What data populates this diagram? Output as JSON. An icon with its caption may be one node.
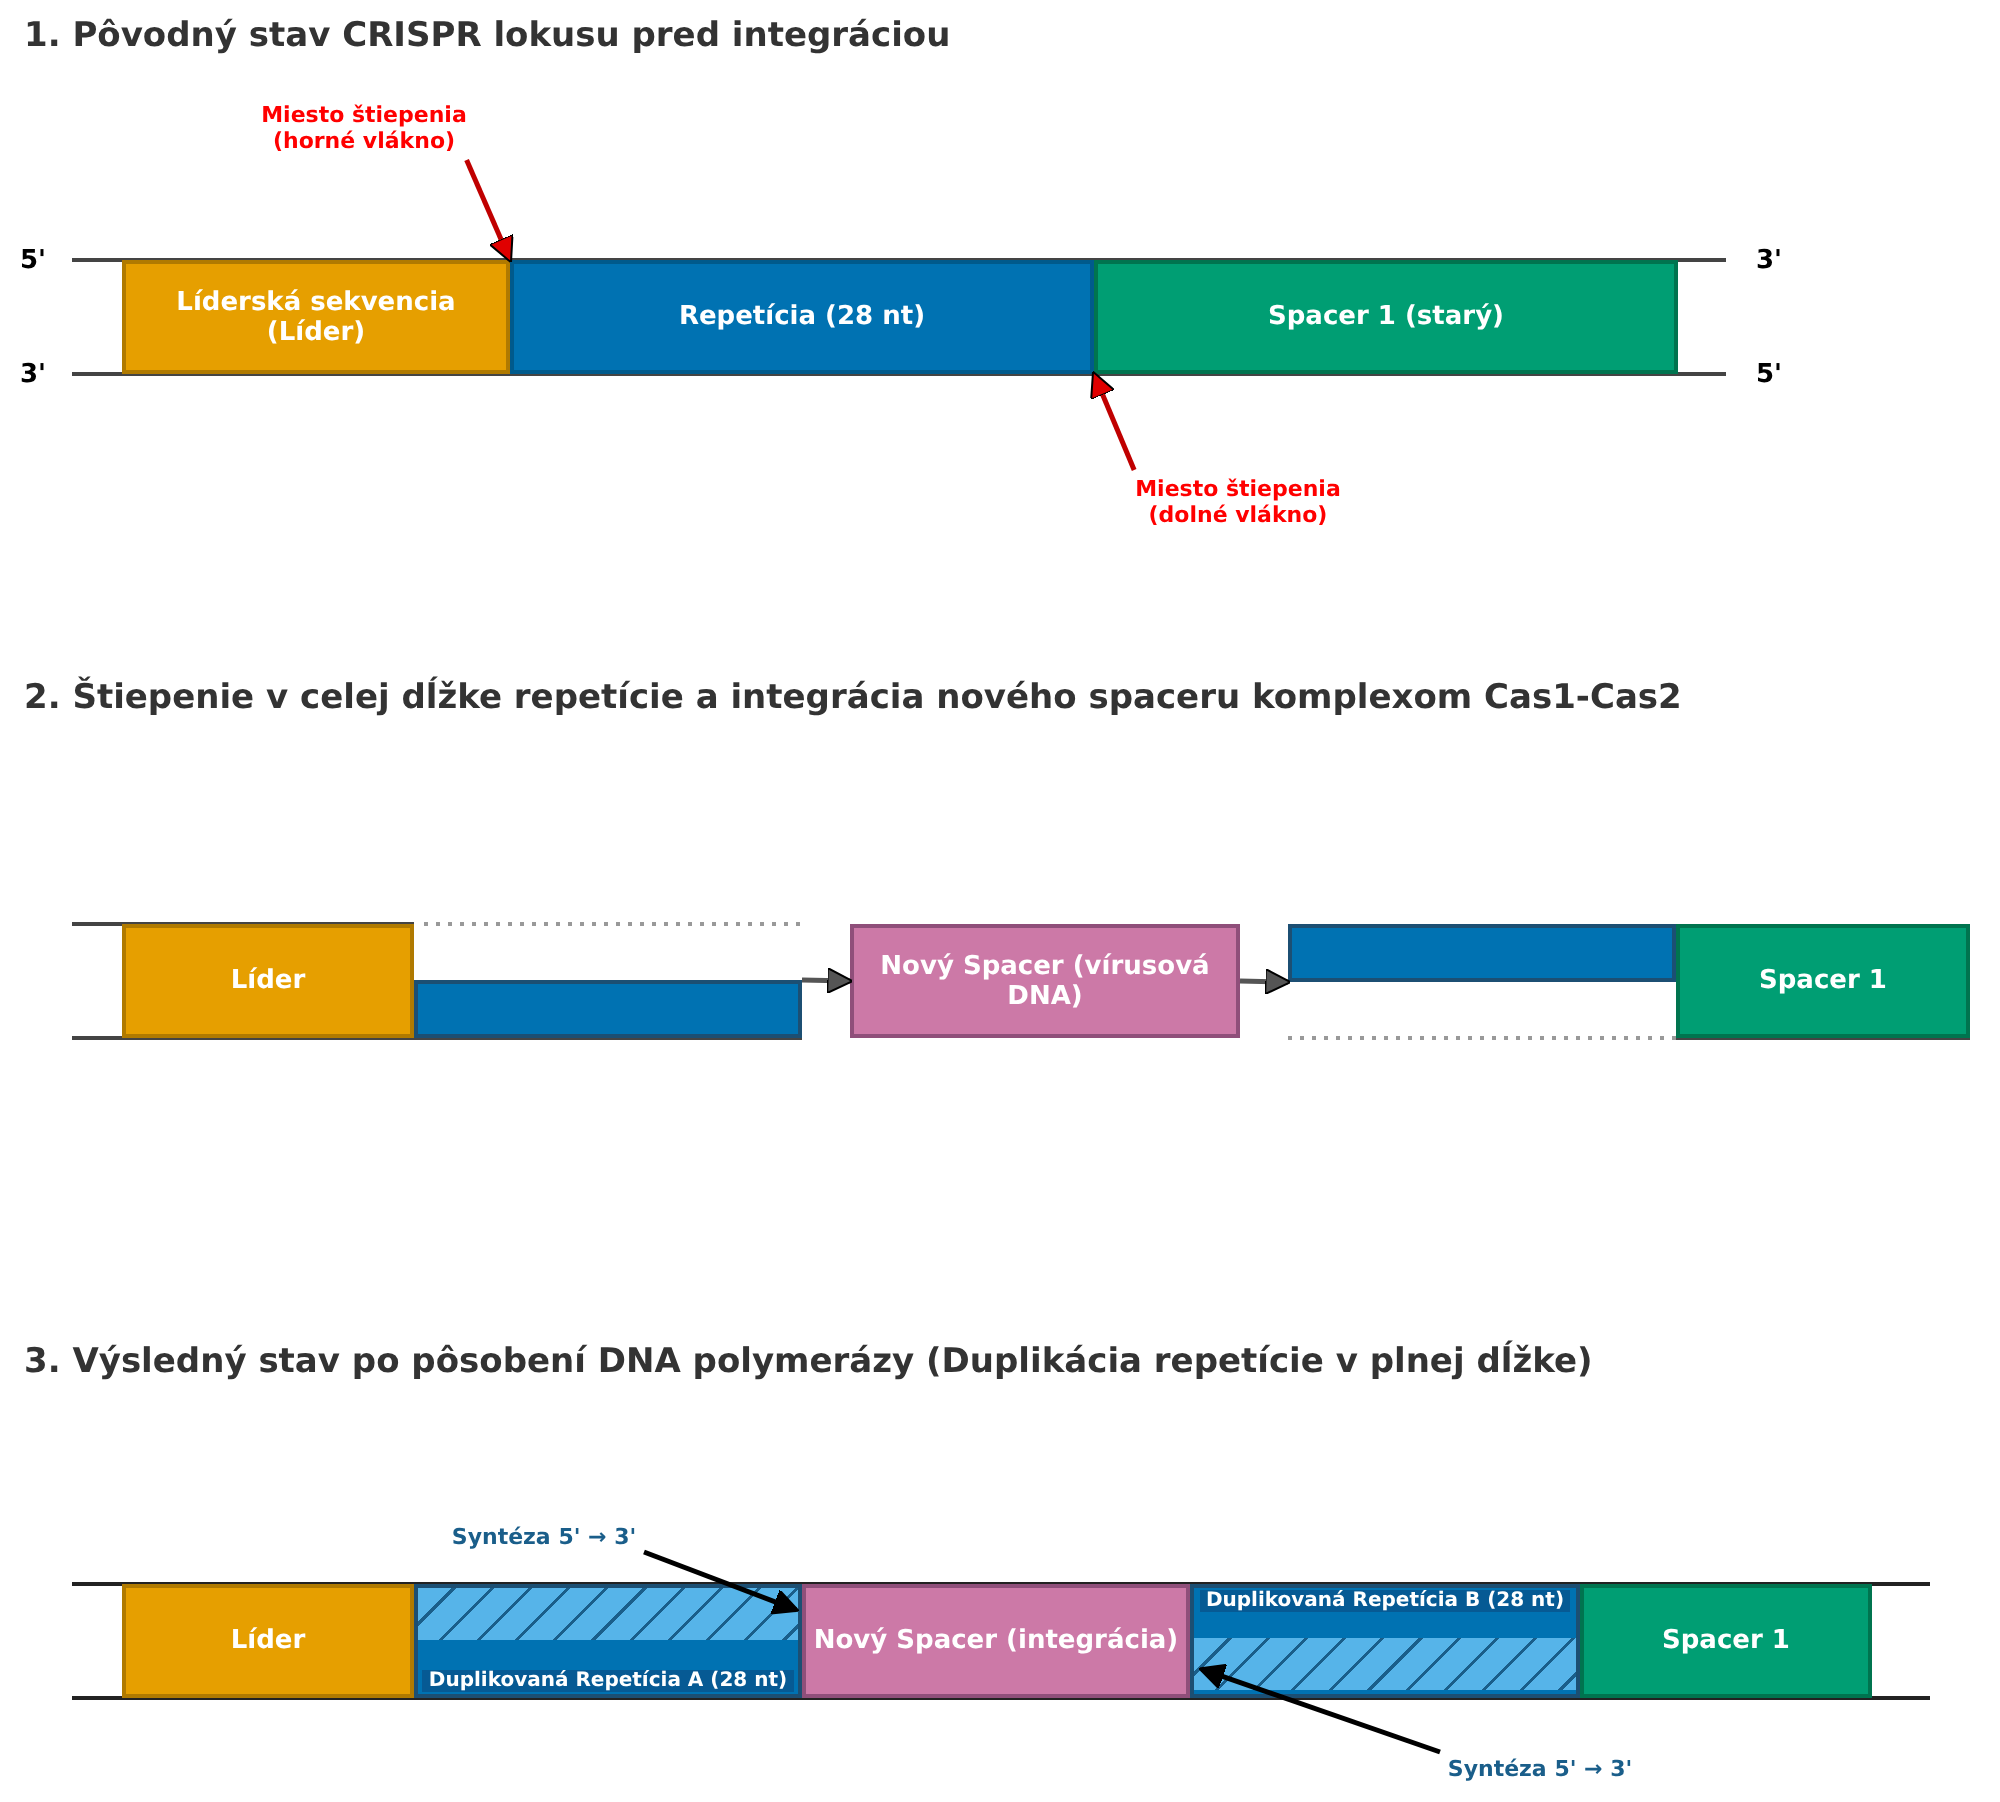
{
  "diagram": {
    "nodes": [
      {
        "text": [
          "Líderská sekvencia (Líder)"
        ]
      },
      {
        "text": [
          "Repetícia (28 nt)"
        ]
      },
      {
        "text": [
          "Spacer 1 (starý)"
        ]
      },
      {
        "text": [
          "Miesto štiepenia (horné vlákno)"
        ]
      },
      {
        "text": [
          "Miesto štiepenia (dolné vlákno)"
        ]
      },
      {
        "text": [
          "Líder"
        ]
      },
      {
        "text": [],
        "shape": "bar"
      },
      {
        "text": [
          "Nový Spacer (vírusová DNA)"
        ]
      },
      {
        "text": [],
        "shape": "bar"
      },
      {
        "text": [
          "Spacer 1"
        ]
      },
      {
        "text": [
          "Líder"
        ]
      },
      {
        "text": [
          "Duplikovaná Repetícia A (28 nt)"
        ]
      },
      {
        "text": [
          "Nový Spacer (integrácia)"
        ]
      },
      {
        "text": [
          "Duplikovaná Repetícia B (28 nt)"
        ]
      },
      {
        "text": [
          "Spacer 1"
        ]
      },
      {
        "text": [
          "Syntéza 5' → 3'"
        ]
      },
      {
        "text": [
          "Syntéza 5' → 3'"
        ]
      },
      {
        "text": [],
        "shape": "bar",
        "in": 11
      },
      {
        "text": [],
        "shape": "bar",
        "in": 13
      }
    ],
    "edges": [
      {
        "from": 3,
        "to": 1,
        "arrow": "to",
        "color": "#c00000"
      },
      {
        "from": 4,
        "to": 1,
        "arrow": "to",
        "color": "#c00000"
      },
      {
        "from": 6,
        "to": 7,
        "arrow": "to",
        "color": "#555555"
      },
      {
        "from": 7,
        "to": 8,
        "arrow": "to",
        "color": "#555555"
      },
      {
        "from": 15,
        "to": 17,
        "arrow": "to",
        "color": "#000000"
      },
      {
        "from": 16,
        "to": 18,
        "arrow": "to",
        "color": "#000000"
      }
    ],
    "labels": [
      "1. Pôvodný stav CRISPR lokusu pred integráciou",
      "5'",
      "3'",
      "3'",
      "5'",
      "2. Štiepenie v celej dĺžke repetície a integrácia nového spaceru komplexom Cas1-Cas2",
      "3. Výsledný stav po pôsobení DNA polymerázy (Duplikácia repetície v plnej dĺžke)"
    ]
  }
}
